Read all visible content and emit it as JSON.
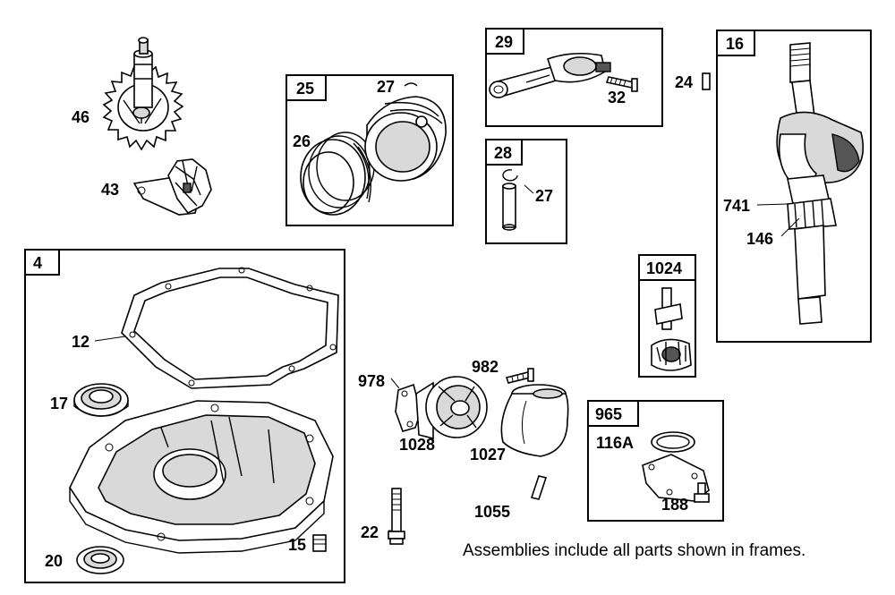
{
  "frames": {
    "f4": "4",
    "f25": "25",
    "f29": "29",
    "f28": "28",
    "f16": "16",
    "f1024": "1024",
    "f965": "965"
  },
  "labels": {
    "p46": "46",
    "p43": "43",
    "p27a": "27",
    "p26": "26",
    "p32": "32",
    "p24": "24",
    "p27b": "27",
    "p741": "741",
    "p146": "146",
    "p12": "12",
    "p17": "17",
    "p20": "20",
    "p15": "15",
    "p978": "978",
    "p982": "982",
    "p1028": "1028",
    "p1027": "1027",
    "p1055": "1055",
    "p22": "22",
    "p116A": "116A",
    "p188": "188"
  },
  "note": "Assemblies include all parts shown in frames."
}
